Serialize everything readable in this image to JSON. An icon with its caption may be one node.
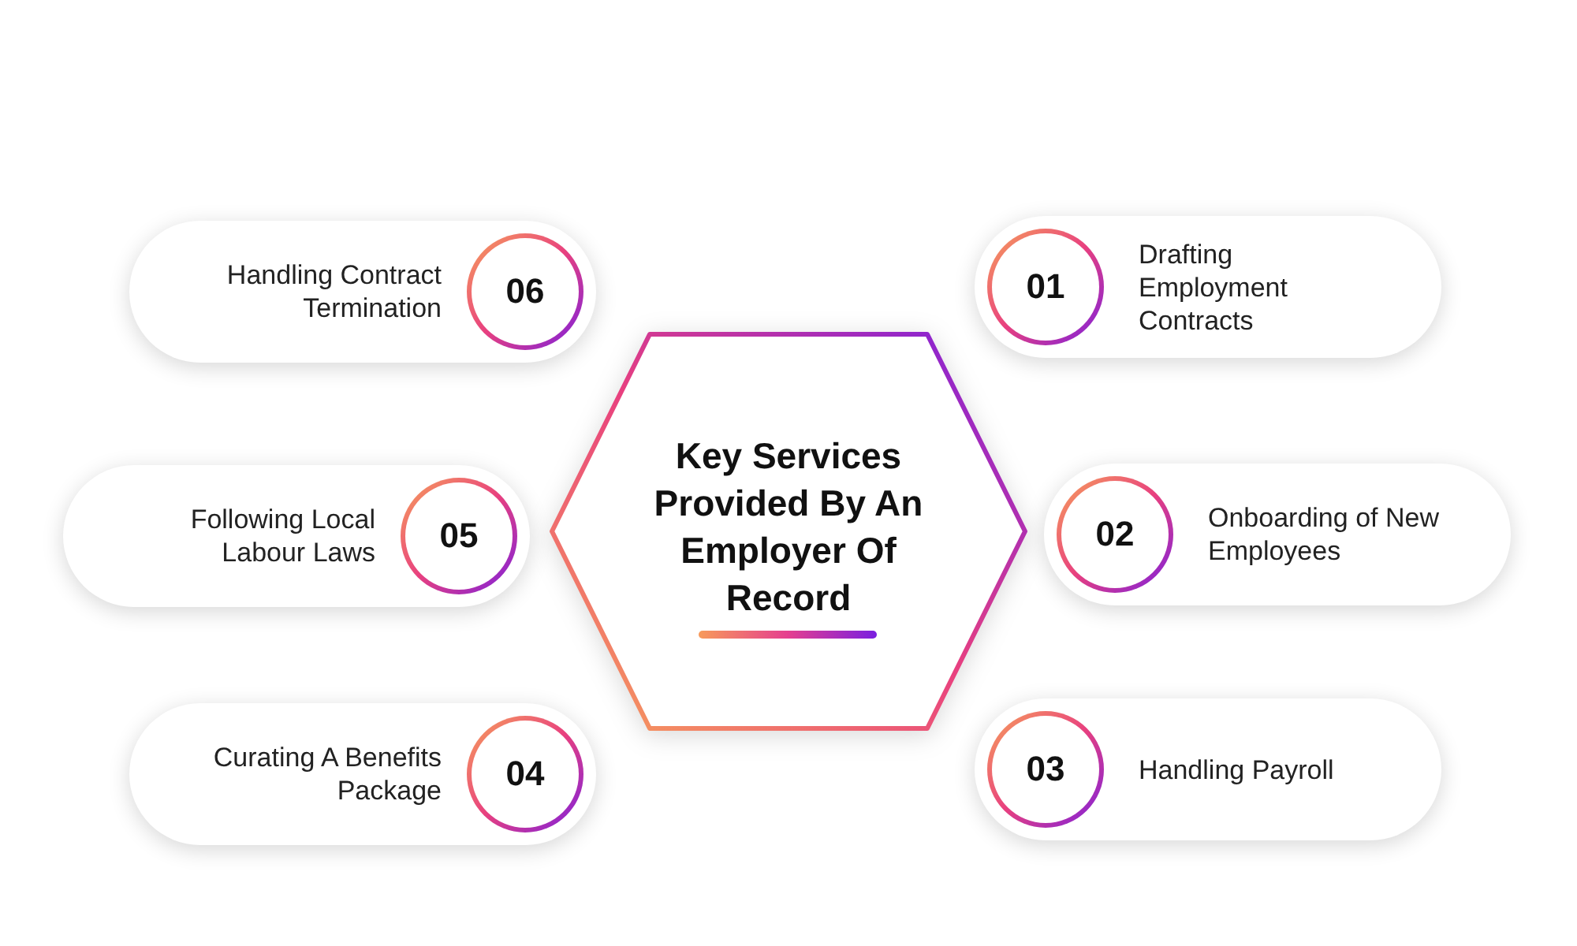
{
  "diagram": {
    "nodes": [
      {
        "text": [
          "Key Services Provided By An Employer Of Record"
        ]
      },
      {
        "text": [
          "01",
          "Drafting Employment Contracts"
        ]
      },
      {
        "text": [
          "02",
          "Onboarding of New Employees"
        ]
      },
      {
        "text": [
          "03",
          "Handling Payroll"
        ]
      },
      {
        "text": [
          "Curating A Benefits Package",
          "04"
        ]
      },
      {
        "text": [
          "Following Local Labour Laws",
          "05"
        ]
      },
      {
        "text": [
          "Handling Contract Termination",
          "06"
        ]
      }
    ]
  }
}
